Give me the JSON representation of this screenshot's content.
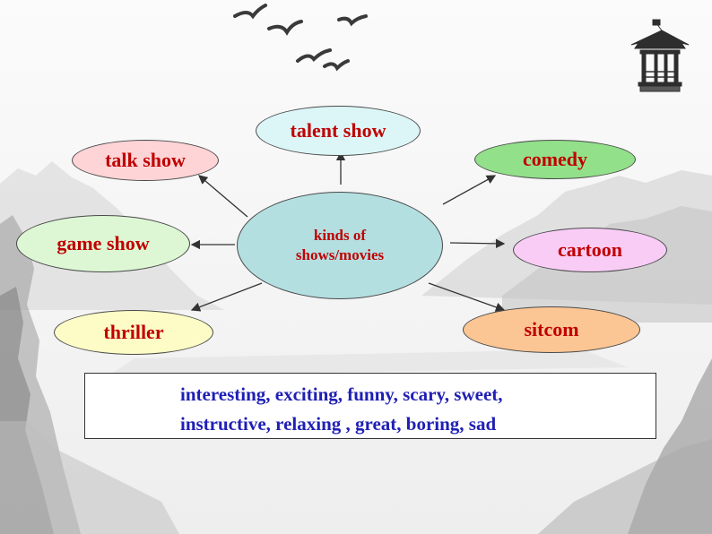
{
  "diagram": {
    "center": {
      "line1": "kinds of",
      "line2": "shows/movies"
    },
    "nodes": {
      "talent_show": "talent show",
      "talk_show": "talk show",
      "comedy": "comedy",
      "game_show": "game show",
      "cartoon": "cartoon",
      "thriller": "thriller",
      "sitcom": "sitcom"
    },
    "colors": {
      "center_fill": "#b4dfe1",
      "talent_show_fill": "#dcf6f8",
      "talk_show_fill": "#ffd4d6",
      "comedy_fill": "#92e08a",
      "game_show_fill": "#ddf7d4",
      "cartoon_fill": "#f9ccf6",
      "thriller_fill": "#fdfcc6",
      "sitcom_fill": "#fcc594",
      "label_text": "#c00000",
      "adjective_text": "#1f1fb4"
    }
  },
  "adjectives": {
    "line1": "interesting, exciting, funny, scary, sweet,",
    "line2": "instructive, relaxing , great, boring, sad"
  },
  "decorations": [
    "flying-birds",
    "pavilion",
    "ink-mountains"
  ]
}
